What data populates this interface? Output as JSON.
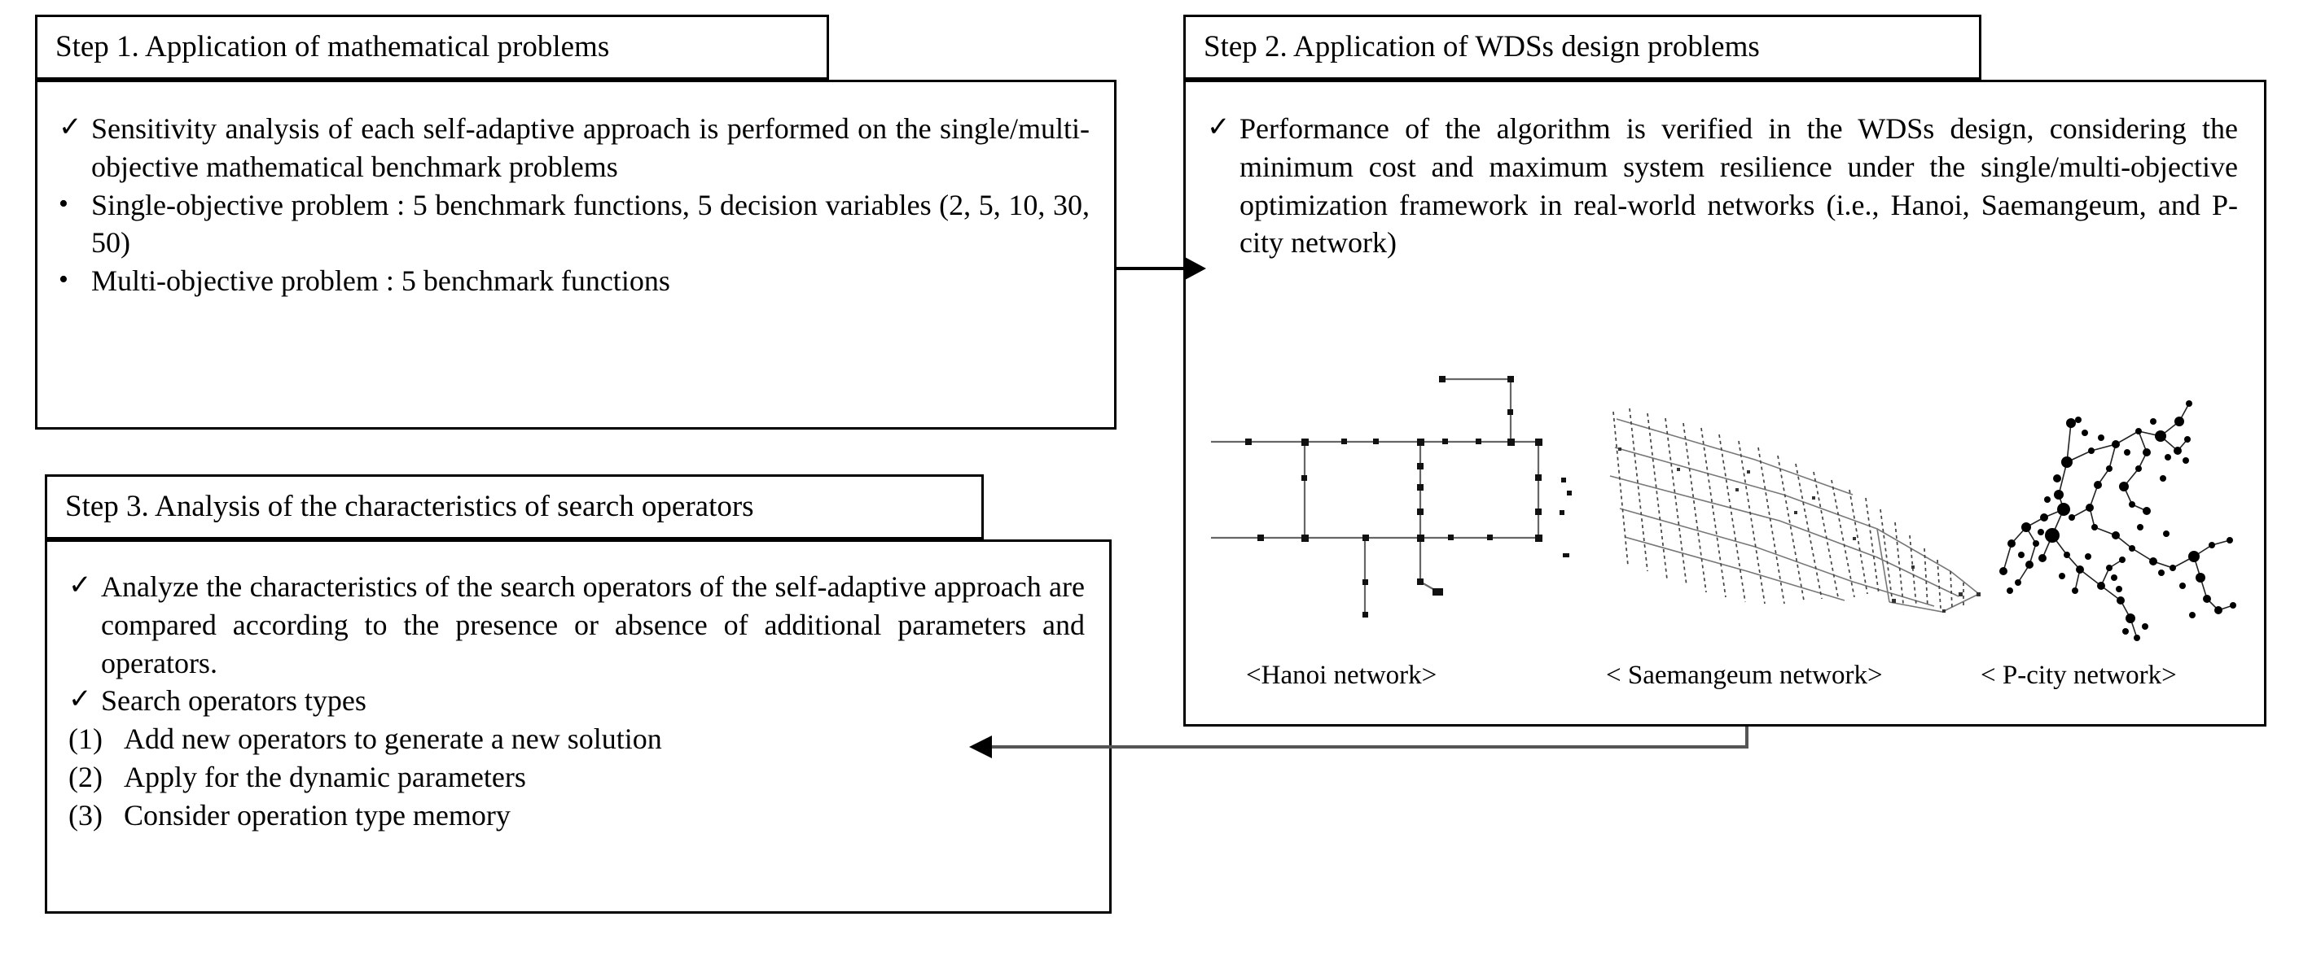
{
  "steps": [
    {
      "id": "step1",
      "header": "Step 1. Application of mathematical problems",
      "bullets": [
        {
          "mark": "✓",
          "text": "Sensitivity analysis of each self-adaptive approach is performed on the single/multi-objective mathematical benchmark problems"
        },
        {
          "mark": "•",
          "text": "Single-objective problem : 5 benchmark functions, 5 decision variables (2, 5, 10, 30, 50)"
        },
        {
          "mark": "•",
          "text": "Multi-objective problem : 5 benchmark functions"
        }
      ]
    },
    {
      "id": "step2",
      "header": "Step 2. Application of WDSs design problems",
      "bullets": [
        {
          "mark": "✓",
          "text": "Performance of the algorithm is verified in the WDSs design, considering the minimum cost and maximum system resilience under the single/multi-objective optimization framework in real-world networks (i.e., Hanoi, Saemangeum, and P-city network)"
        }
      ],
      "figures": [
        {
          "name": "hanoi-network",
          "caption": "<Hanoi network>"
        },
        {
          "name": "saemangeum-network",
          "caption": "< Saemangeum network>"
        },
        {
          "name": "p-city-network",
          "caption": "< P-city network>"
        }
      ]
    },
    {
      "id": "step3",
      "header": "Step 3. Analysis of the characteristics of search operators",
      "bullets": [
        {
          "mark": "✓",
          "text": "Analyze the characteristics of the search operators of the self-adaptive approach are compared according to the presence or absence of additional parameters and operators."
        },
        {
          "mark": "✓",
          "text": "Search operators types"
        },
        {
          "mark": "(1)",
          "text": "Add new operators to generate a new solution"
        },
        {
          "mark": "(2)",
          "text": "Apply for the dynamic parameters"
        },
        {
          "mark": "(3)",
          "text": "Consider operation type memory"
        }
      ]
    }
  ],
  "arrows": [
    {
      "name": "arrow-step1-to-step2",
      "direction": "right"
    },
    {
      "name": "arrow-step2-to-step3",
      "direction": "left"
    }
  ],
  "colors": {
    "stroke": "#000000",
    "background": "#ffffff",
    "figure_line": "#555555",
    "figure_node": "#000000"
  }
}
